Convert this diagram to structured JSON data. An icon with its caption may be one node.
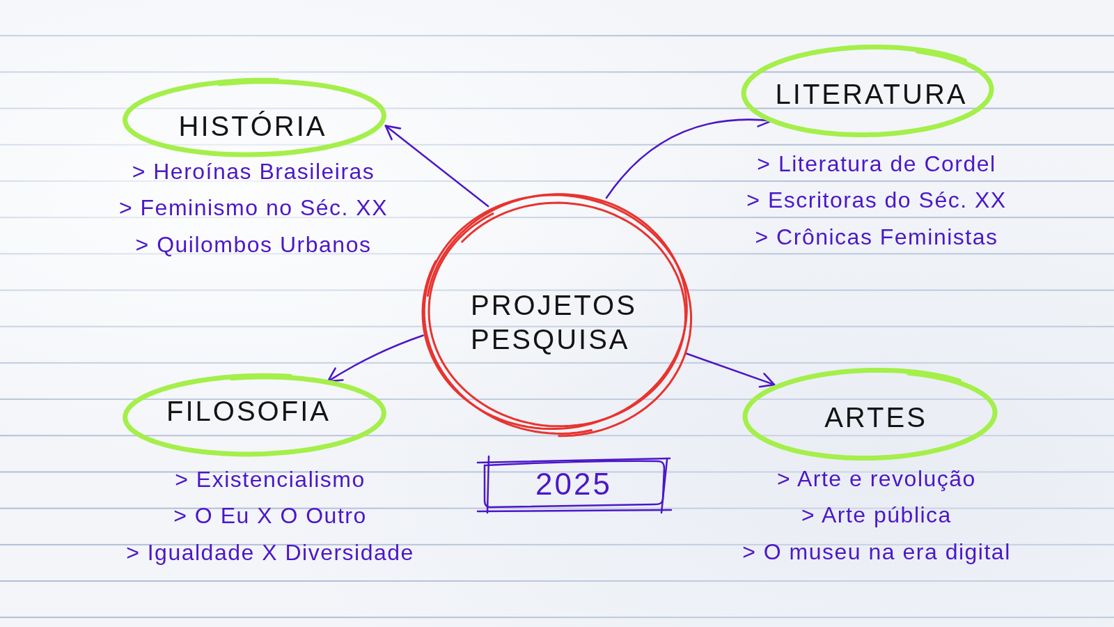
{
  "diagram": {
    "nodes": [
      {
        "text": [
          "PROJETOS PESQUISA"
        ]
      },
      {
        "text": [
          "HISTÓRIA"
        ],
        "beside": [
          "> Heroínas Brasileiras",
          "> Feminismo no Séc. XX",
          "> Quilombos Urbanos"
        ]
      },
      {
        "text": [
          "LITERATURA"
        ],
        "beside": [
          "> Literatura de Cordel",
          "> Escritoras do Séc. XX",
          "> Crônicas Feministas"
        ]
      },
      {
        "text": [
          "FILOSOFIA"
        ],
        "beside": [
          "> Existencialismo",
          "> O Eu X O Outro",
          "> Igualdade X Diversidade"
        ]
      },
      {
        "text": [
          "ARTES"
        ],
        "beside": [
          "> Arte e revolução",
          "> Arte pública",
          "> O museu na era digital"
        ]
      },
      {
        "text": [
          "2025"
        ]
      }
    ],
    "edges": [
      {
        "from": 0,
        "to": 1,
        "arrow": "to"
      },
      {
        "from": 0,
        "to": 2,
        "arrow": "to"
      },
      {
        "from": 0,
        "to": 3,
        "arrow": "to"
      },
      {
        "from": 0,
        "to": 4,
        "arrow": "to"
      }
    ]
  }
}
